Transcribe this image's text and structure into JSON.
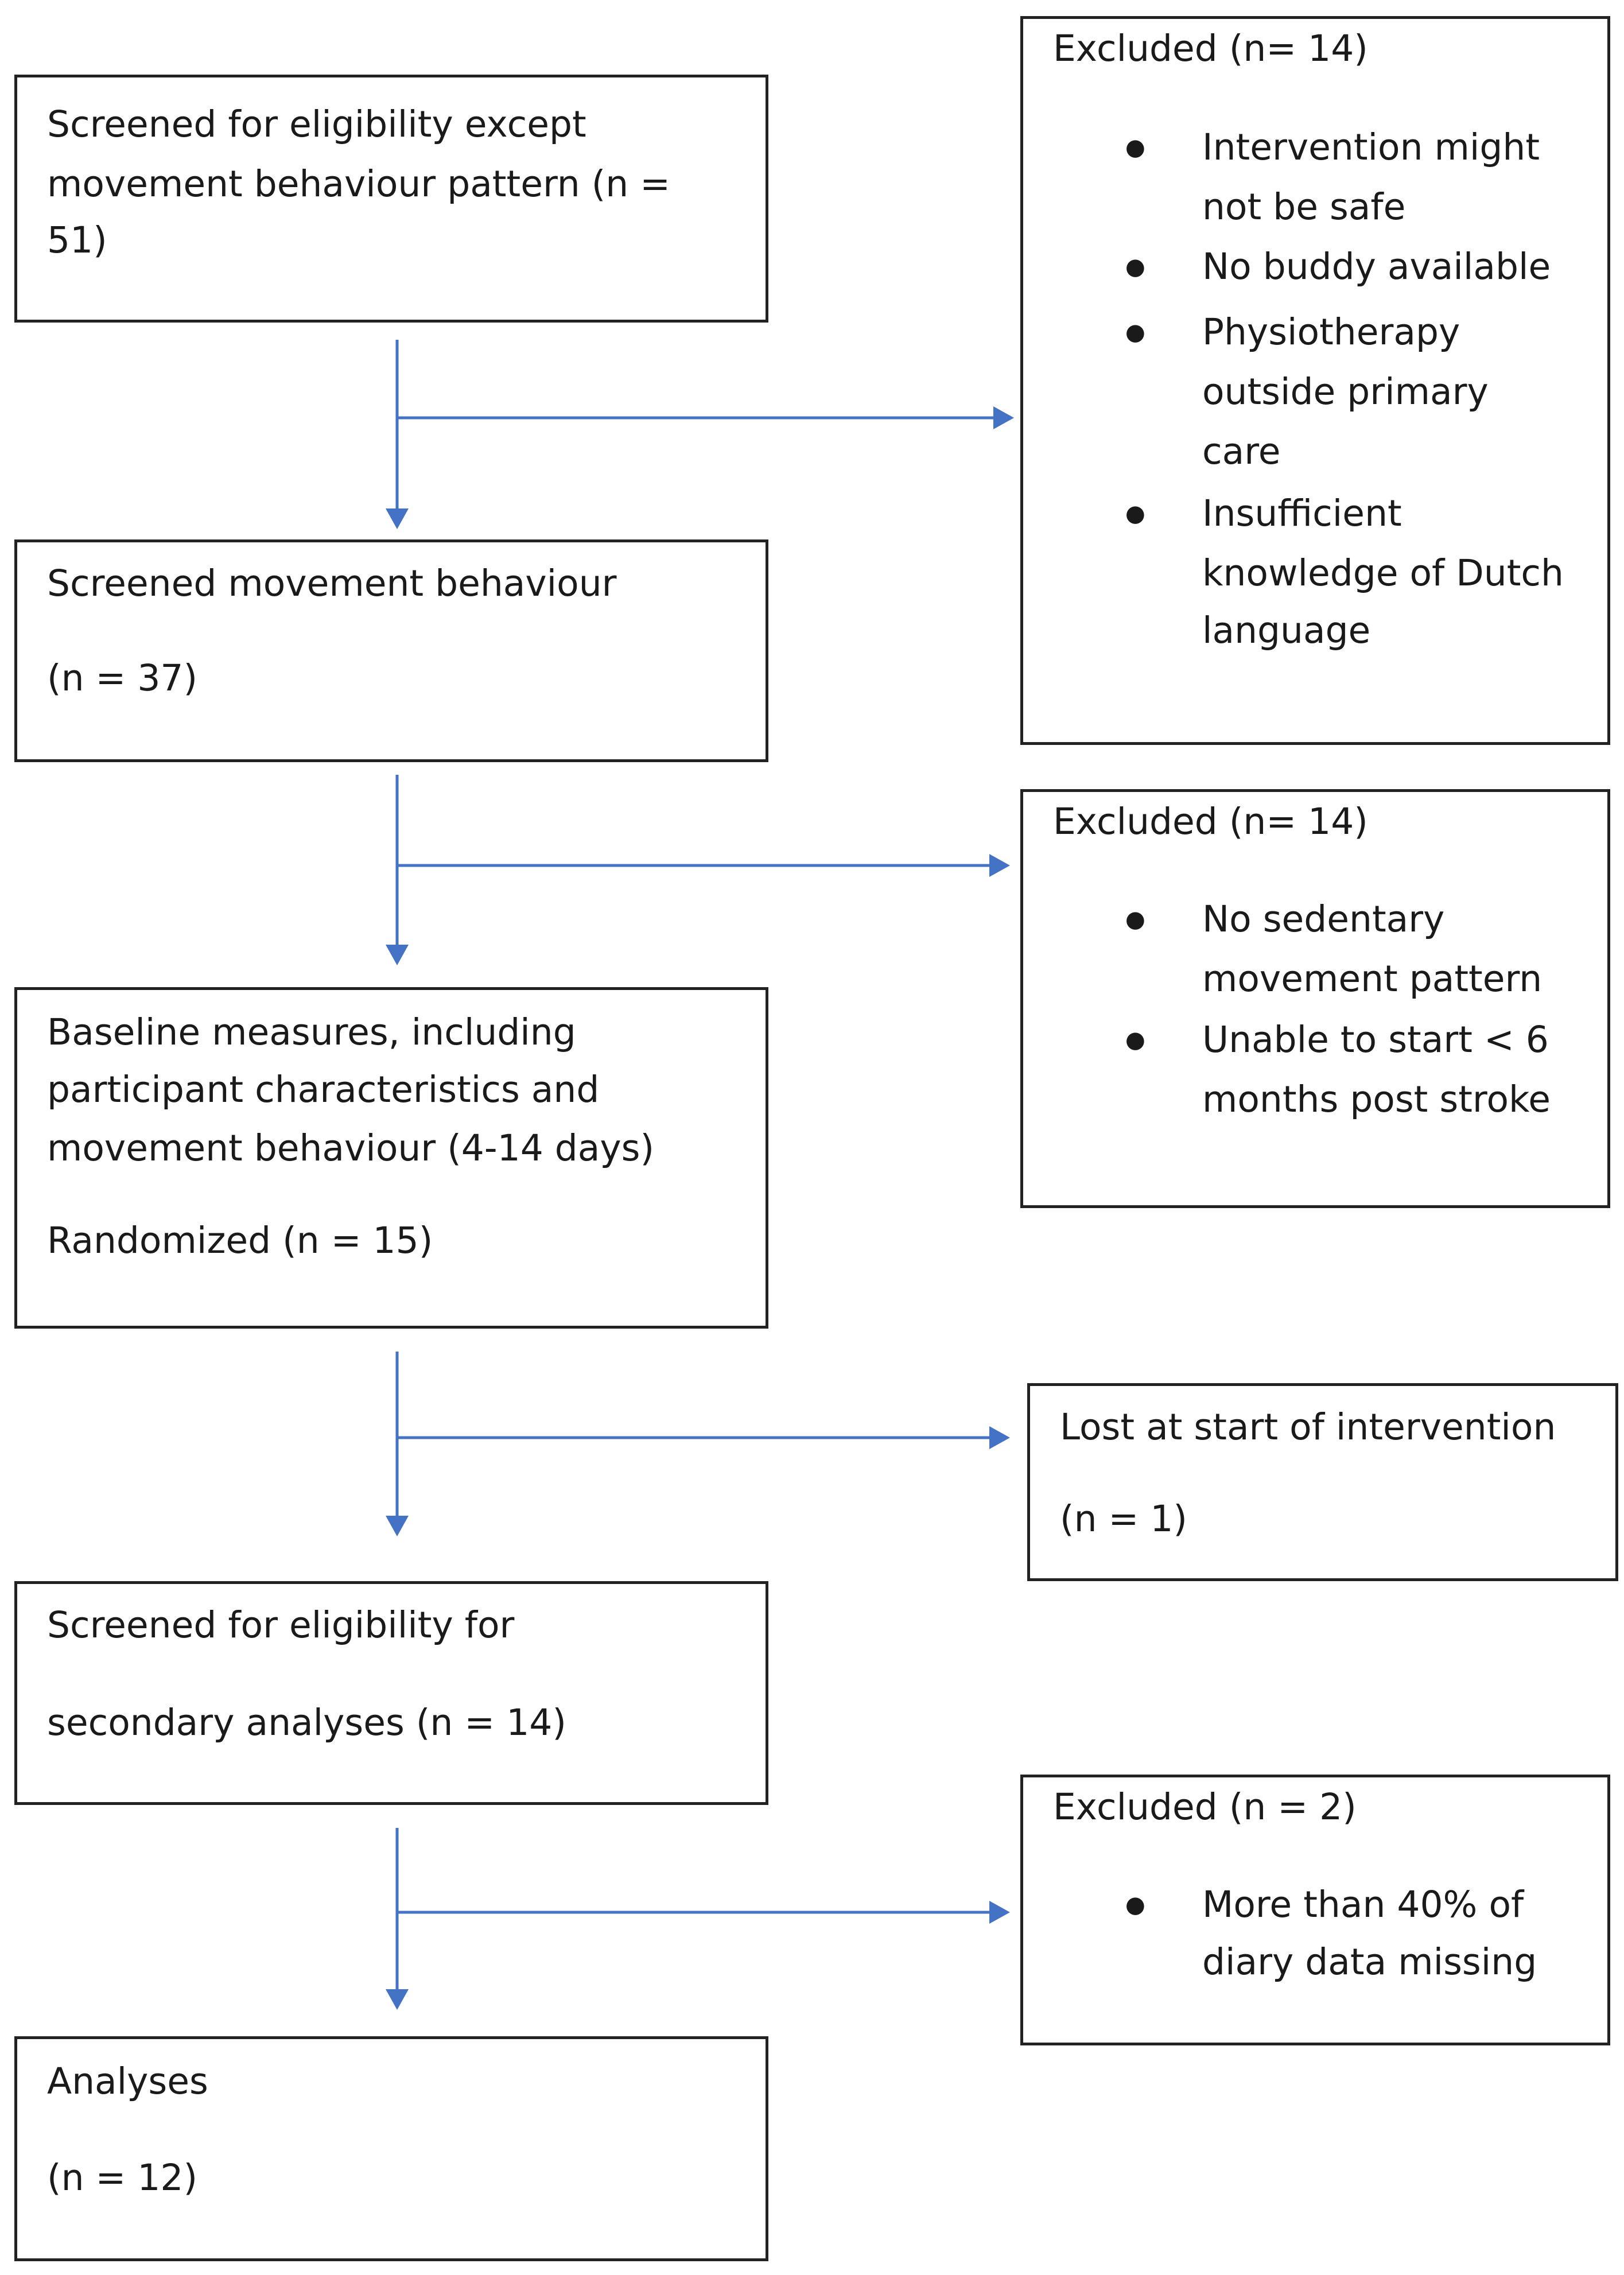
{
  "flow": {
    "box1": {
      "lines": [
        "Screened for eligibility except",
        "movement behaviour pattern (n =",
        "51)"
      ]
    },
    "box2": {
      "line1": "Screened movement behaviour",
      "line2": "(n = 37)"
    },
    "box3": {
      "lines": [
        "Baseline measures, including",
        "participant characteristics and",
        "movement behaviour (4-14 days)"
      ],
      "line4": "Randomized (n = 15)"
    },
    "box4": {
      "line1": "Screened for eligibility for",
      "line2": "secondary analyses (n = 14)"
    },
    "box5": {
      "line1": "Analyses",
      "line2": "(n = 12)"
    }
  },
  "exclusions": {
    "ex1": {
      "title": "Excluded (n= 14)",
      "items": [
        {
          "lines": [
            "Intervention might",
            "not be safe"
          ]
        },
        {
          "lines": [
            "No buddy available"
          ]
        },
        {
          "lines": [
            "Physiotherapy",
            "outside primary",
            "care"
          ]
        },
        {
          "lines": [
            "Insufficient",
            "knowledge of Dutch",
            "language"
          ]
        }
      ]
    },
    "ex2": {
      "title": "Excluded (n= 14)",
      "items": [
        {
          "lines": [
            "No sedentary",
            "movement pattern"
          ]
        },
        {
          "lines": [
            "Unable to start < 6",
            "months post stroke"
          ]
        }
      ]
    },
    "ex3": {
      "line1": "Lost at start of intervention",
      "line2": "(n = 1)"
    },
    "ex4": {
      "title": "Excluded (n = 2)",
      "items": [
        {
          "lines": [
            "More than 40% of",
            "diary data missing"
          ]
        }
      ]
    }
  },
  "bullet_glyph": "●",
  "colors": {
    "arrow": "#4472C4",
    "border": "#222222"
  }
}
